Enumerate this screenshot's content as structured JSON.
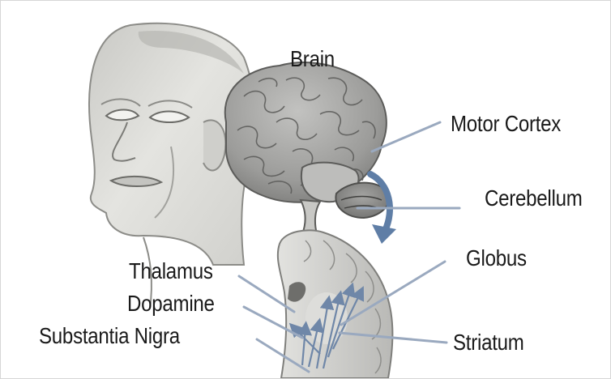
{
  "labels": {
    "brain": "Brain",
    "motor_cortex": "Motor Cortex",
    "cerebellum": "Cerebellum",
    "globus": "Globus",
    "thalamus": "Thalamus",
    "dopamine": "Dopamine",
    "substantia_nigra": "Substantia Nigra",
    "striatum": "Striatum"
  },
  "colors": {
    "pointer_line": "#9aa9bf",
    "arrow": "#5f7ea6",
    "head": "#dcdcd8",
    "brain": "#a6a6a4",
    "section": "#cfcfcc"
  }
}
